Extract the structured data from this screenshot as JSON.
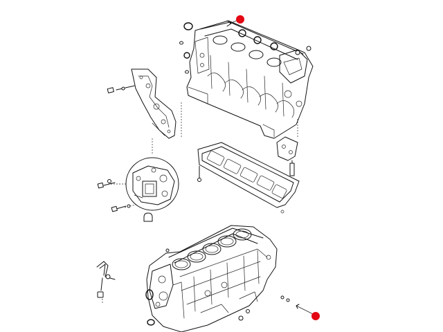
{
  "diagram": {
    "callout_color": "#e30613",
    "callouts": [
      {
        "id": "callout-top",
        "target": "upper-block-rear-plug"
      },
      {
        "id": "callout-bottom",
        "target": "lower-block-side-plug"
      }
    ]
  }
}
